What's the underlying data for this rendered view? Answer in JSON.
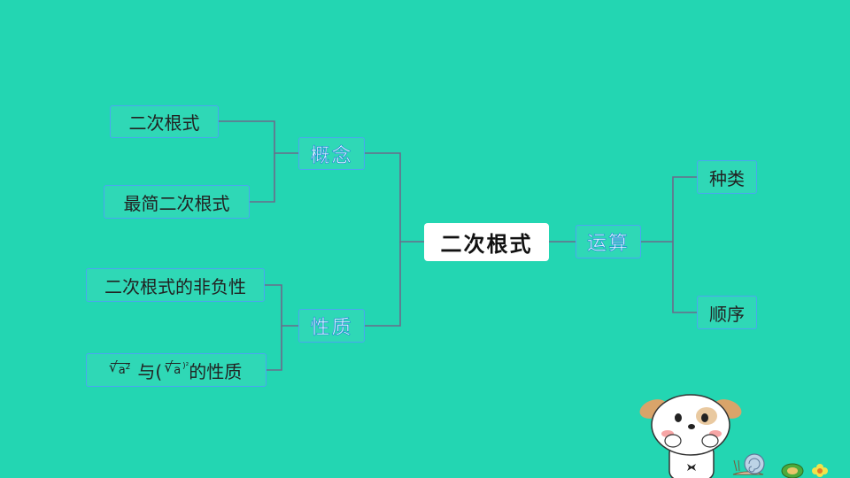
{
  "center": {
    "label": "二次根式"
  },
  "branches": {
    "concept": {
      "label": "概念",
      "children": [
        "二次根式",
        "最简二次根式"
      ]
    },
    "property": {
      "label": "性质",
      "children": [
        "二次根式的非负性"
      ],
      "formula": {
        "root1": "a",
        "sup1": "2",
        "mid": "与(",
        "root2": "a",
        "sup2": ")²",
        "tail": "的性质"
      }
    },
    "operation": {
      "label": "运算",
      "children": [
        "种类",
        "顺序"
      ]
    }
  },
  "colors": {
    "background": "#23d6b2",
    "box_border": "#4aa6f0",
    "connector": "#6b6b8a"
  },
  "decorations": [
    "dog-mascot-icon",
    "snail-icon",
    "turtle-icon",
    "flower-icon"
  ]
}
